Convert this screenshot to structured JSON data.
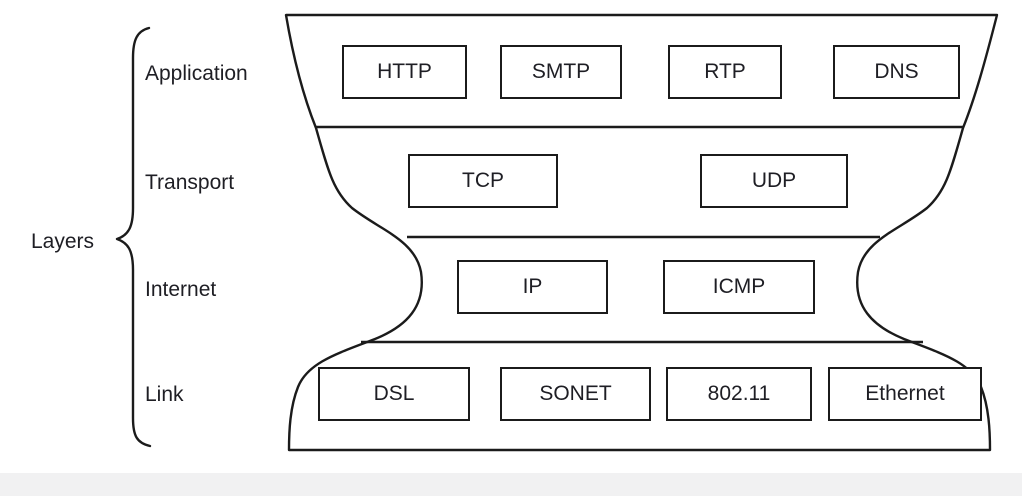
{
  "legend": {
    "label": "Layers"
  },
  "stack": {
    "layers": [
      {
        "name": "Application",
        "protocols": [
          "HTTP",
          "SMTP",
          "RTP",
          "DNS"
        ]
      },
      {
        "name": "Transport",
        "protocols": [
          "TCP",
          "UDP"
        ]
      },
      {
        "name": "Internet",
        "protocols": [
          "IP",
          "ICMP"
        ]
      },
      {
        "name": "Link",
        "protocols": [
          "DSL",
          "SONET",
          "802.11",
          "Ethernet"
        ]
      }
    ]
  },
  "colors": {
    "line": "#1b1b1b",
    "text": "#1e1e24",
    "background": "#ffffff",
    "bottom_strip": "#f1f1f2"
  }
}
